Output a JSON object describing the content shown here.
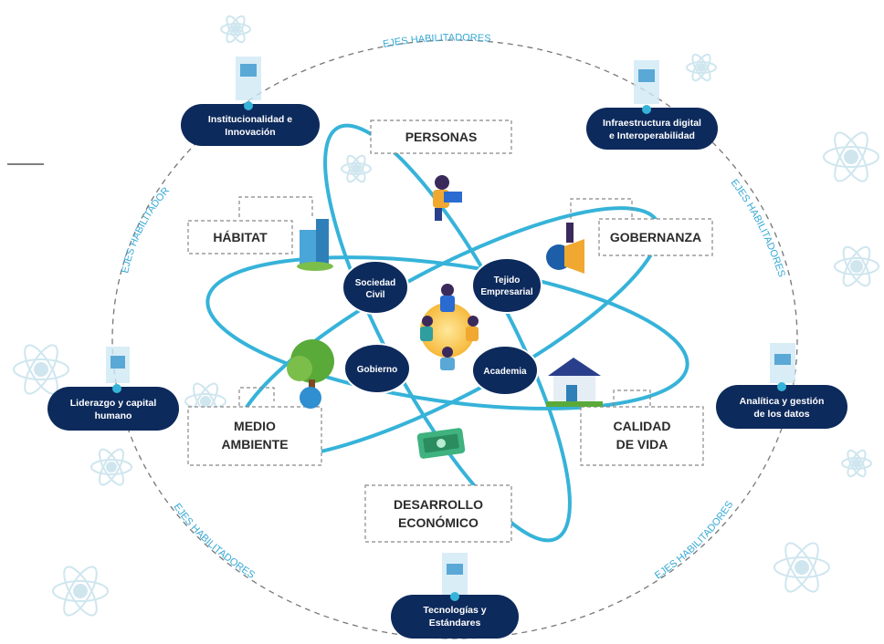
{
  "outer_ring_caption": [
    "EJES HABILITADORES",
    "EJES HABILITADORES",
    "EJES HABILITADORES",
    "EJES HABILITADORES"
  ],
  "enablers": [
    {
      "lines": [
        "Institucionalidad e",
        "Innovación"
      ]
    },
    {
      "lines": [
        "Infraestructura digital",
        "e Interoperabilidad"
      ]
    },
    {
      "lines": [
        "Liderazgo y capital",
        "humano"
      ]
    },
    {
      "lines": [
        "Analítica y  gestión",
        "de los datos"
      ]
    },
    {
      "lines": [
        "Tecnologías y",
        "Estándares"
      ]
    }
  ],
  "dimensions": [
    {
      "lines": [
        "PERSONAS"
      ]
    },
    {
      "lines": [
        "HÁBITAT"
      ]
    },
    {
      "lines": [
        "GOBERNANZA"
      ]
    },
    {
      "lines": [
        "MEDIO",
        "AMBIENTE"
      ]
    },
    {
      "lines": [
        "CALIDAD",
        "DE VIDA"
      ]
    },
    {
      "lines": [
        "DESARROLLO",
        "ECONÓMICO"
      ]
    }
  ],
  "actors": [
    {
      "lines": [
        "Sociedad",
        "Civil"
      ]
    },
    {
      "lines": [
        "Tejido",
        "Empresarial"
      ]
    },
    {
      "lines": [
        "Gobierno"
      ]
    },
    {
      "lines": [
        "Academia"
      ]
    }
  ],
  "colors": {
    "navy": "#0d2a5c",
    "cyan": "#36b3d9",
    "dash": "#888888",
    "text": "#2b2b2b",
    "ring_text": "#36a9d6"
  }
}
